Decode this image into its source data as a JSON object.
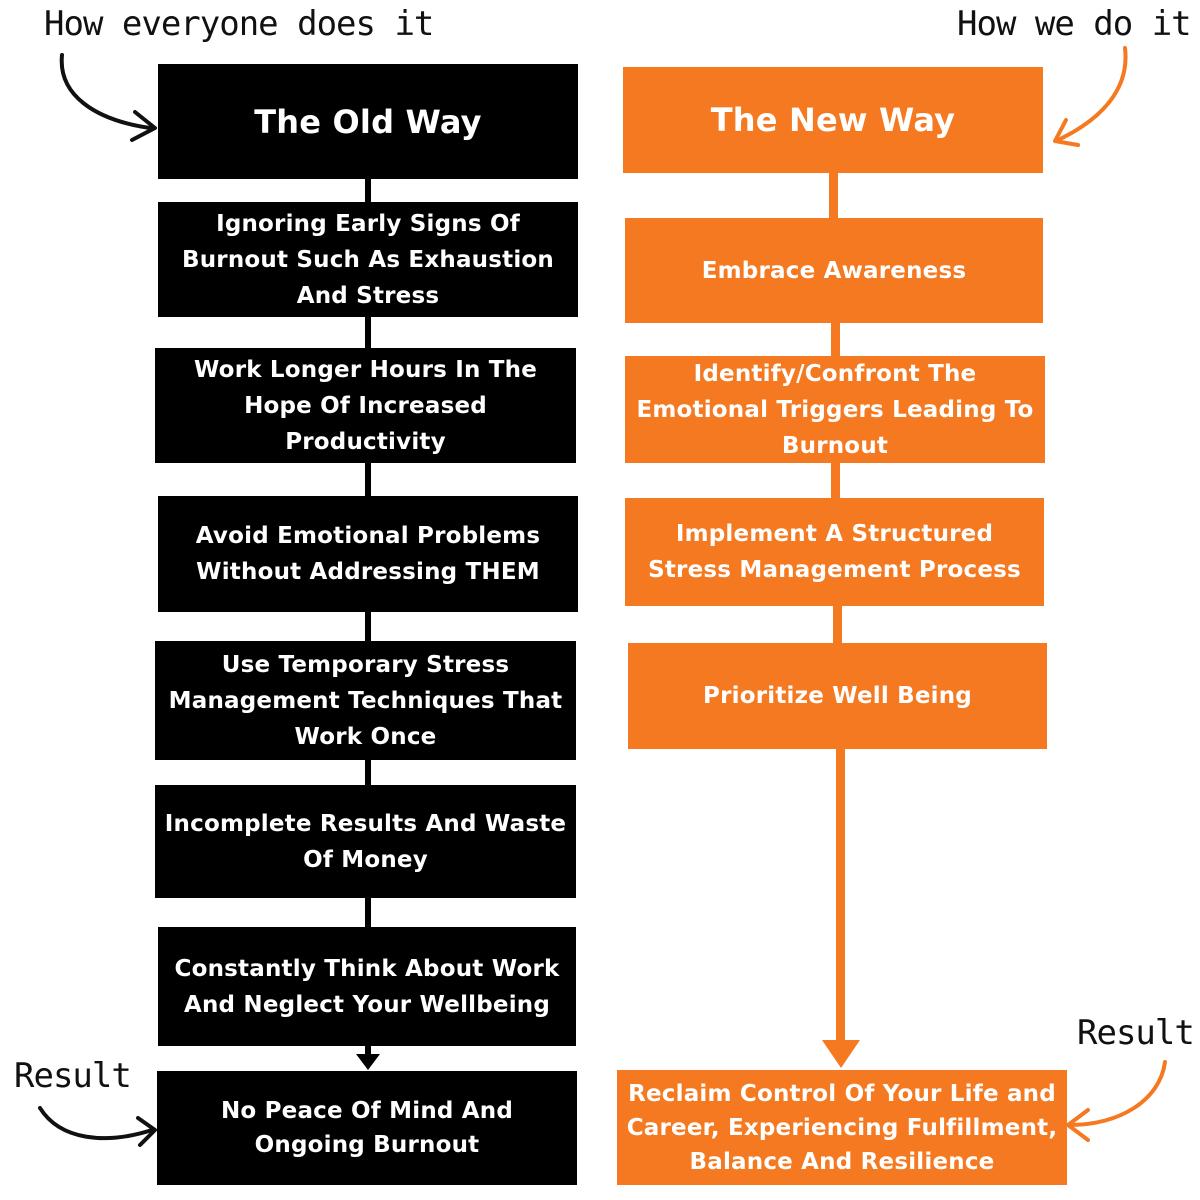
{
  "colors": {
    "old": "#000000",
    "new": "#f47920"
  },
  "annotations": {
    "left_top": "How everyone does it",
    "right_top": "How we do it",
    "left_result": "Result",
    "right_result": "Result"
  },
  "old_way": {
    "title": "The Old Way",
    "steps": [
      "Ignoring Early Signs Of Burnout Such As Exhaustion And Stress",
      "Work Longer Hours In The Hope Of Increased Productivity",
      "Avoid Emotional Problems Without Addressing THEM",
      "Use Temporary Stress Management Techniques That Work Once",
      "Incomplete Results And Waste Of Money",
      "Constantly Think About Work And Neglect Your Wellbeing"
    ],
    "result": "No Peace Of Mind And Ongoing Burnout"
  },
  "new_way": {
    "title": "The New Way",
    "steps": [
      "Embrace Awareness",
      "Identify/Confront The Emotional Triggers Leading To Burnout",
      "Implement A Structured Stress Management Process",
      "Prioritize Well Being"
    ],
    "result": "Reclaim Control Of Your Life and Career, Experiencing Fulfillment, Balance And Resilience"
  }
}
